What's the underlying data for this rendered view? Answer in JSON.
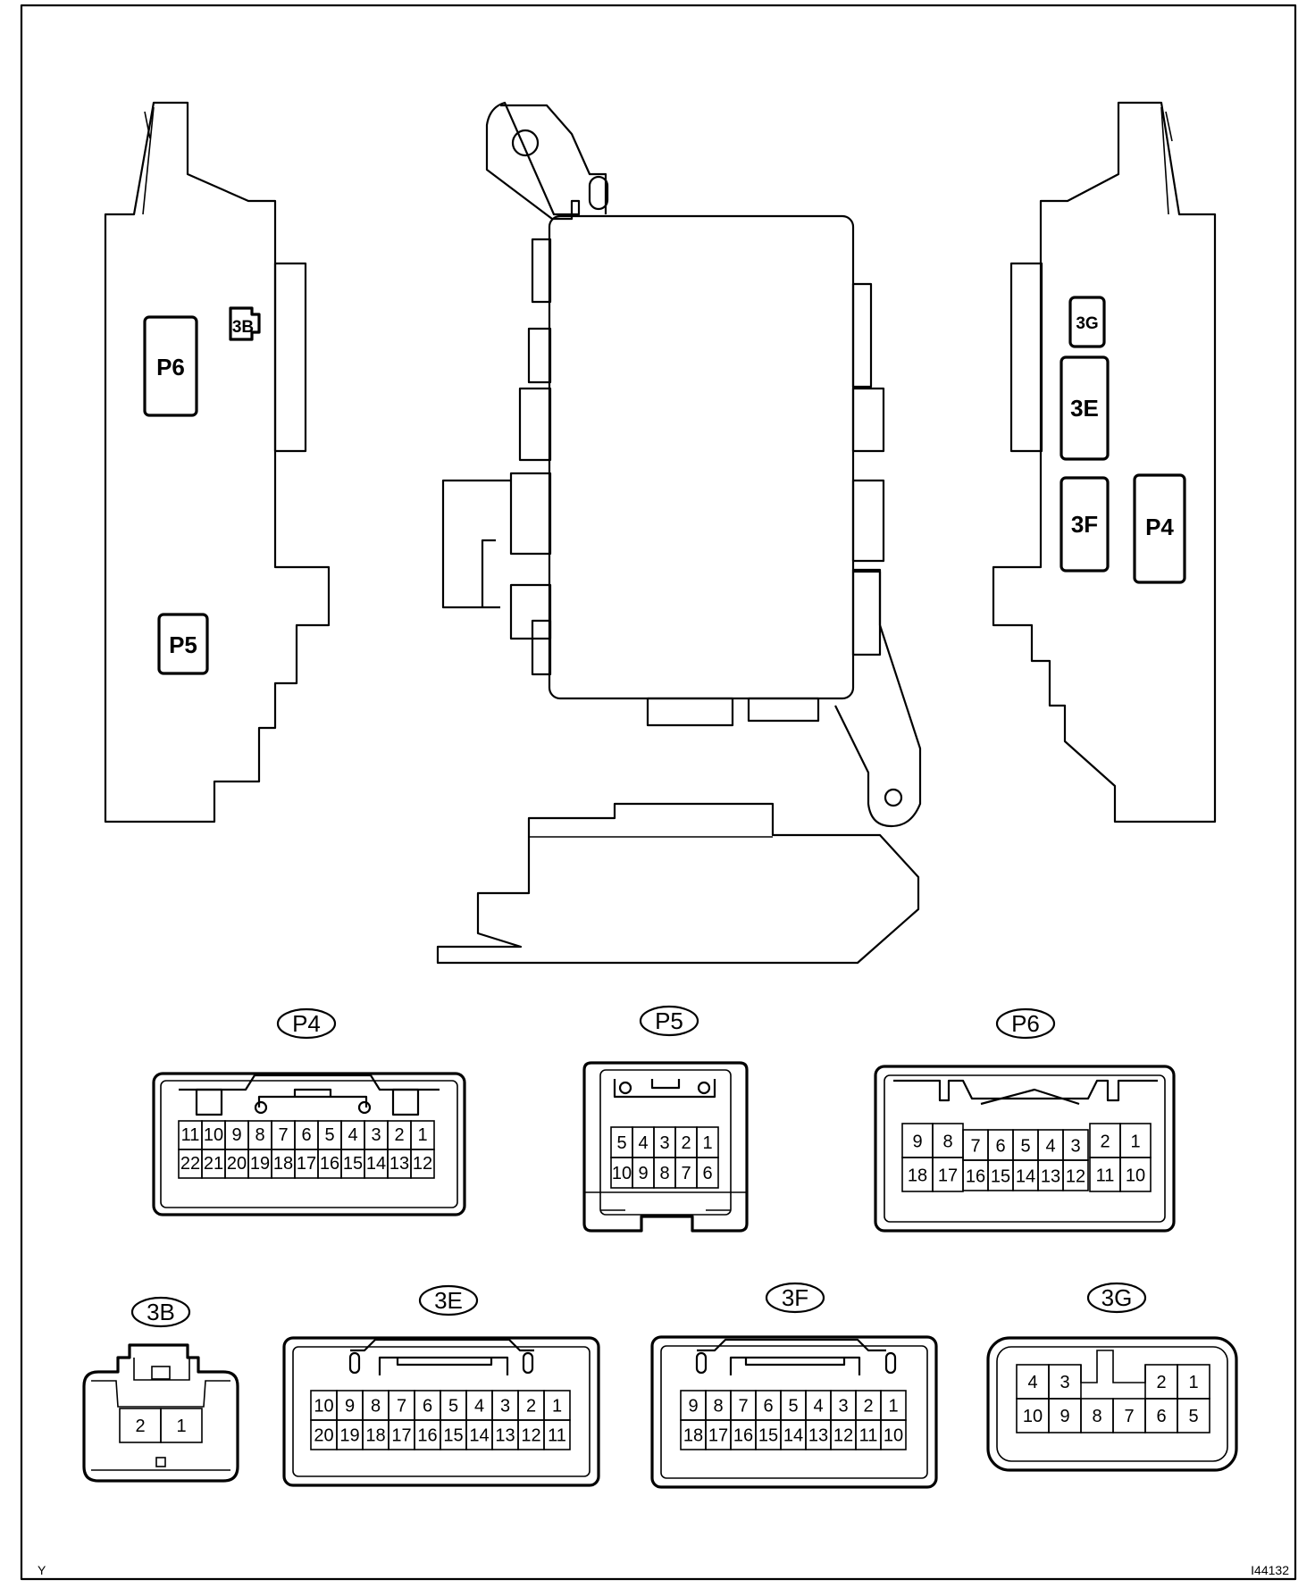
{
  "labels": {
    "left_panel": {
      "p6": "P6",
      "p5": "P5",
      "b3": "3B"
    },
    "right_panel": {
      "g3": "3G",
      "e3": "3E",
      "f3": "3F",
      "p4": "P4"
    }
  },
  "connectors": {
    "p4": {
      "name": "P4",
      "row1": [
        "11",
        "10",
        "9",
        "8",
        "7",
        "6",
        "5",
        "4",
        "3",
        "2",
        "1"
      ],
      "row2": [
        "22",
        "21",
        "20",
        "19",
        "18",
        "17",
        "16",
        "15",
        "14",
        "13",
        "12"
      ]
    },
    "p5": {
      "name": "P5",
      "row1": [
        "5",
        "4",
        "3",
        "2",
        "1"
      ],
      "row2": [
        "10",
        "9",
        "8",
        "7",
        "6"
      ]
    },
    "p6": {
      "name": "P6",
      "top_left": [
        "9",
        "8"
      ],
      "top_mid": [
        "7",
        "6",
        "5",
        "4",
        "3"
      ],
      "top_right": [
        "2",
        "1"
      ],
      "bot_left": [
        "18",
        "17"
      ],
      "bot_mid": [
        "16",
        "15",
        "14",
        "13",
        "12"
      ],
      "bot_right": [
        "11",
        "10"
      ]
    },
    "b3": {
      "name": "3B",
      "row1": [
        "2",
        "1"
      ]
    },
    "e3": {
      "name": "3E",
      "row1": [
        "10",
        "9",
        "8",
        "7",
        "6",
        "5",
        "4",
        "3",
        "2",
        "1"
      ],
      "row2": [
        "20",
        "19",
        "18",
        "17",
        "16",
        "15",
        "14",
        "13",
        "12",
        "11"
      ]
    },
    "f3": {
      "name": "3F",
      "row1": [
        "9",
        "8",
        "7",
        "6",
        "5",
        "4",
        "3",
        "2",
        "1"
      ],
      "row2": [
        "18",
        "17",
        "16",
        "15",
        "14",
        "13",
        "12",
        "11",
        "10"
      ]
    },
    "g3": {
      "name": "3G",
      "row1_left": [
        "4",
        "3"
      ],
      "row1_right": [
        "2",
        "1"
      ],
      "row2": [
        "10",
        "9",
        "8",
        "7",
        "6",
        "5"
      ]
    }
  },
  "corner_marks": {
    "left": "Y",
    "right": "I44132"
  }
}
